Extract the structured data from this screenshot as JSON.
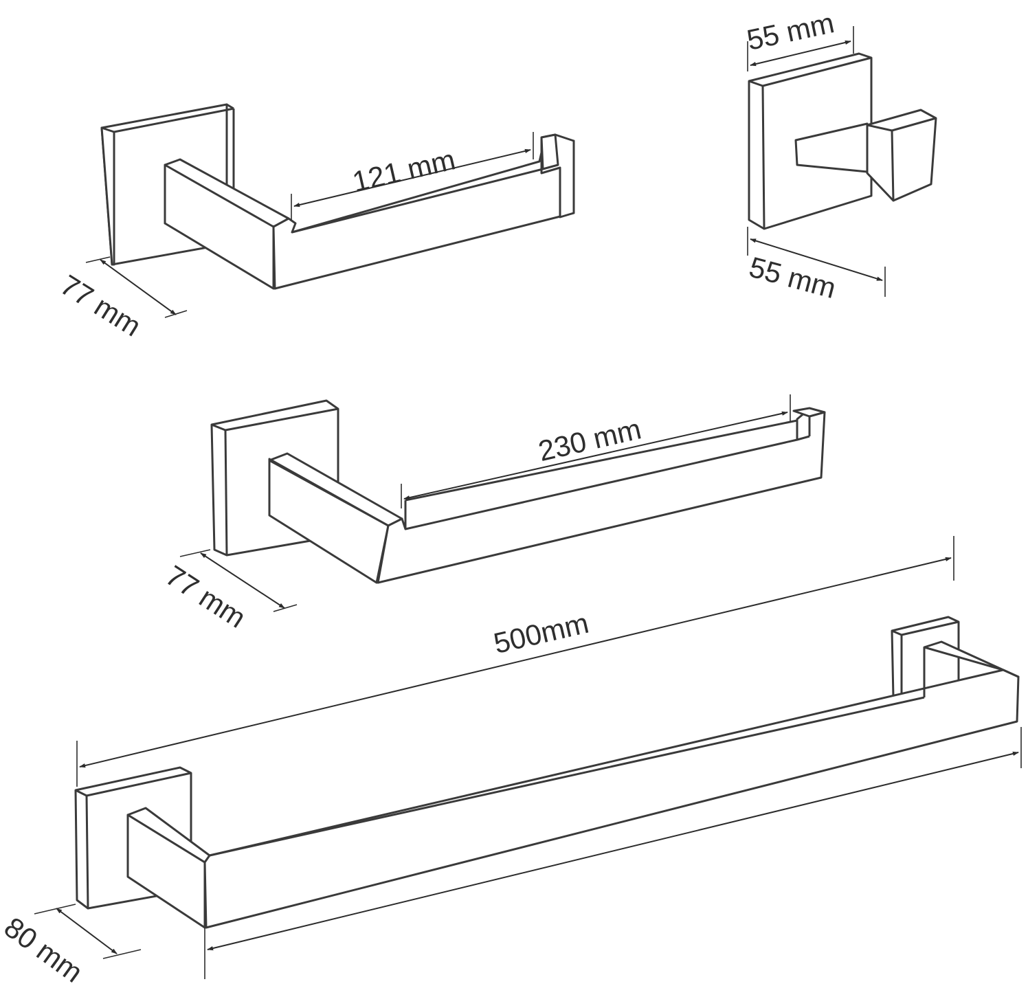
{
  "products": [
    {
      "name": "toilet paper holder",
      "dimensions": {
        "length": "121 mm",
        "depth": "77 mm"
      }
    },
    {
      "name": "robe hook",
      "dimensions": {
        "top": "55 mm",
        "bottom": "55 mm"
      }
    },
    {
      "name": "towel ring",
      "dimensions": {
        "length": "230 mm",
        "depth": "77 mm"
      }
    },
    {
      "name": "towel bar",
      "dimensions": {
        "length": "500mm",
        "depth": "80 mm"
      }
    }
  ],
  "colors": {
    "line": "#3a3a3a",
    "text": "#2e2e2e",
    "background": "#ffffff"
  }
}
